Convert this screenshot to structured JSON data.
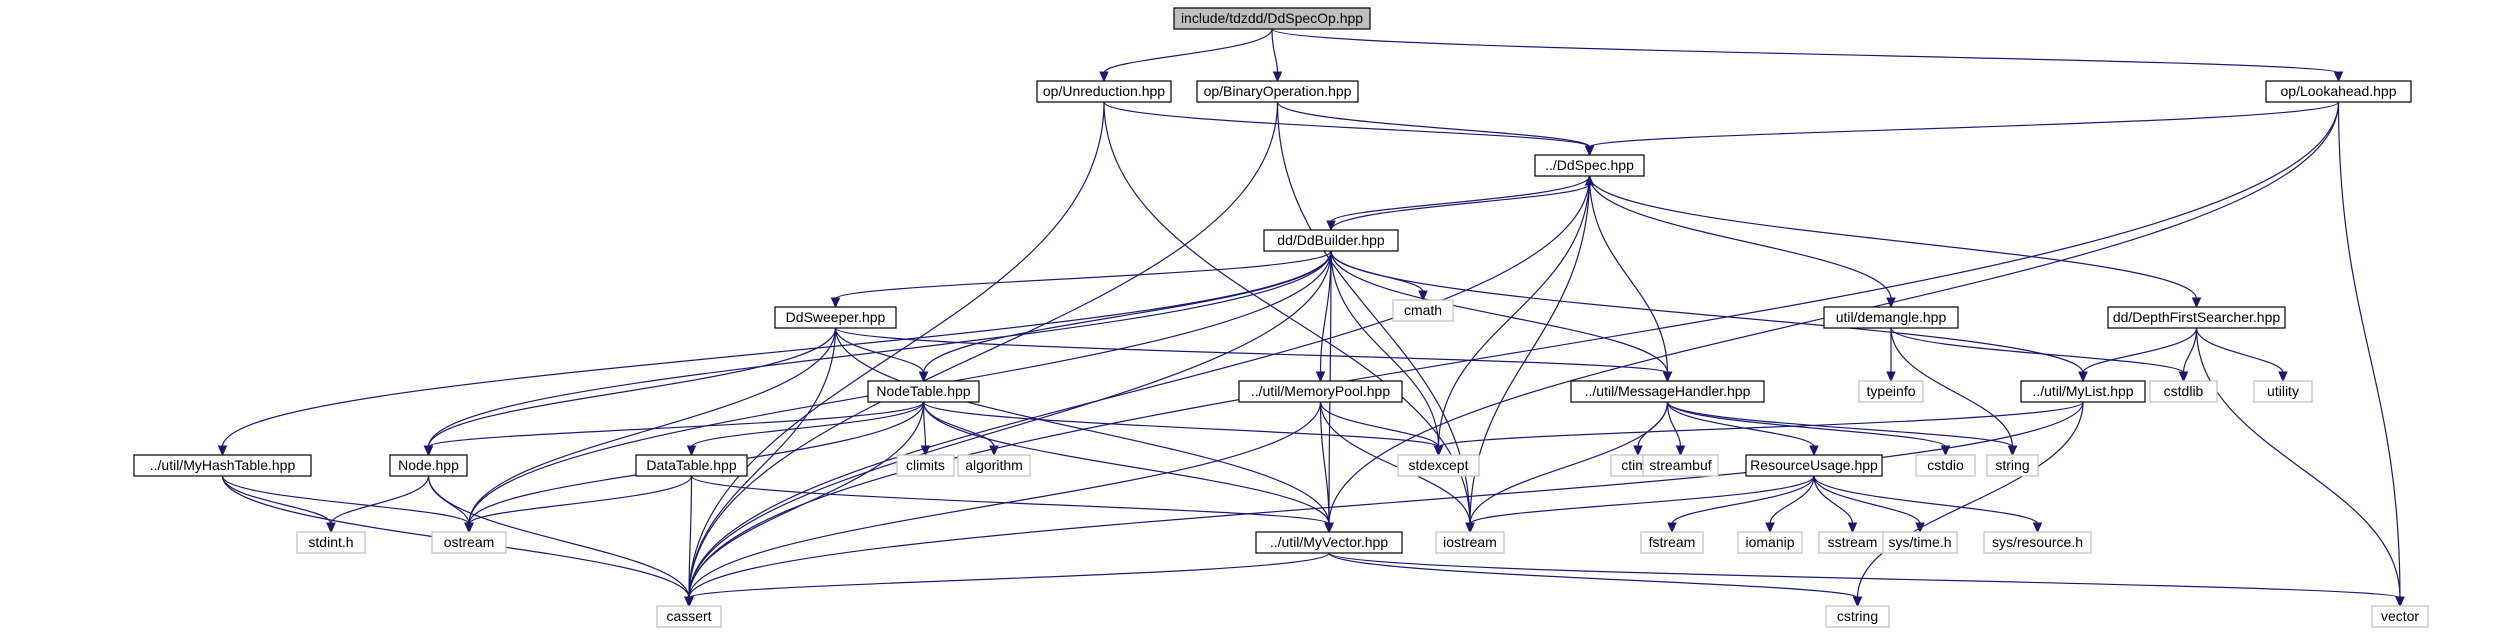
{
  "graph": {
    "nodes": [
      {
        "id": "root",
        "label": "include/tdzdd/DdSpecOp.hpp",
        "kind": "root"
      },
      {
        "id": "unred",
        "label": "op/Unreduction.hpp",
        "kind": "file"
      },
      {
        "id": "binop",
        "label": "op/BinaryOperation.hpp",
        "kind": "file"
      },
      {
        "id": "look",
        "label": "op/Lookahead.hpp",
        "kind": "file"
      },
      {
        "id": "ddspec",
        "label": "../DdSpec.hpp",
        "kind": "file"
      },
      {
        "id": "ddbuilder",
        "label": "dd/DdBuilder.hpp",
        "kind": "file"
      },
      {
        "id": "cmath",
        "label": "cmath",
        "kind": "external"
      },
      {
        "id": "demangle",
        "label": "util/demangle.hpp",
        "kind": "file"
      },
      {
        "id": "dfs",
        "label": "dd/DepthFirstSearcher.hpp",
        "kind": "file"
      },
      {
        "id": "sweeper",
        "label": "DdSweeper.hpp",
        "kind": "file"
      },
      {
        "id": "nodetable",
        "label": "NodeTable.hpp",
        "kind": "file"
      },
      {
        "id": "mempool",
        "label": "../util/MemoryPool.hpp",
        "kind": "file"
      },
      {
        "id": "msghandler",
        "label": "../util/MessageHandler.hpp",
        "kind": "file"
      },
      {
        "id": "typeinfo",
        "label": "typeinfo",
        "kind": "external"
      },
      {
        "id": "mylist",
        "label": "../util/MyList.hpp",
        "kind": "file"
      },
      {
        "id": "cstdlib",
        "label": "cstdlib",
        "kind": "external"
      },
      {
        "id": "utility",
        "label": "utility",
        "kind": "external"
      },
      {
        "id": "climits",
        "label": "climits",
        "kind": "external"
      },
      {
        "id": "algorithm",
        "label": "algorithm",
        "kind": "external"
      },
      {
        "id": "myhash",
        "label": "../util/MyHashTable.hpp",
        "kind": "file"
      },
      {
        "id": "nodehpp",
        "label": "Node.hpp",
        "kind": "file"
      },
      {
        "id": "datatable",
        "label": "DataTable.hpp",
        "kind": "file"
      },
      {
        "id": "stdexcept",
        "label": "stdexcept",
        "kind": "external"
      },
      {
        "id": "ctime",
        "label": "ctime",
        "kind": "external"
      },
      {
        "id": "streambuf",
        "label": "streambuf",
        "kind": "external"
      },
      {
        "id": "resusage",
        "label": "ResourceUsage.hpp",
        "kind": "file"
      },
      {
        "id": "cstdio",
        "label": "cstdio",
        "kind": "external"
      },
      {
        "id": "string",
        "label": "string",
        "kind": "external"
      },
      {
        "id": "stdinth",
        "label": "stdint.h",
        "kind": "external"
      },
      {
        "id": "ostream",
        "label": "ostream",
        "kind": "external"
      },
      {
        "id": "myvector",
        "label": "../util/MyVector.hpp",
        "kind": "file"
      },
      {
        "id": "iostream",
        "label": "iostream",
        "kind": "external"
      },
      {
        "id": "fstream",
        "label": "fstream",
        "kind": "external"
      },
      {
        "id": "iomanip",
        "label": "iomanip",
        "kind": "external"
      },
      {
        "id": "sstream",
        "label": "sstream",
        "kind": "external"
      },
      {
        "id": "systime",
        "label": "sys/time.h",
        "kind": "external"
      },
      {
        "id": "sysres",
        "label": "sys/resource.h",
        "kind": "external"
      },
      {
        "id": "cassert",
        "label": "cassert",
        "kind": "external"
      },
      {
        "id": "cstring",
        "label": "cstring",
        "kind": "external"
      },
      {
        "id": "vector",
        "label": "vector",
        "kind": "external"
      }
    ],
    "edges": [
      [
        "root",
        "unred"
      ],
      [
        "root",
        "binop"
      ],
      [
        "root",
        "look"
      ],
      [
        "unred",
        "ddspec"
      ],
      [
        "unred",
        "cassert"
      ],
      [
        "unred",
        "iostream"
      ],
      [
        "binop",
        "ddspec"
      ],
      [
        "binop",
        "cassert"
      ],
      [
        "binop",
        "iostream"
      ],
      [
        "look",
        "ddspec"
      ],
      [
        "look",
        "cassert"
      ],
      [
        "look",
        "myvector"
      ],
      [
        "look",
        "vector"
      ],
      [
        "ddspec",
        "ddbuilder"
      ],
      [
        "ddspec",
        "cassert"
      ],
      [
        "ddspec",
        "stdexcept"
      ],
      [
        "ddspec",
        "demangle"
      ],
      [
        "ddspec",
        "dfs"
      ],
      [
        "ddspec",
        "msghandler"
      ],
      [
        "ddspec",
        "iostream"
      ],
      [
        "ddbuilder",
        "ddspec"
      ],
      [
        "ddbuilder",
        "cmath"
      ],
      [
        "ddbuilder",
        "sweeper"
      ],
      [
        "ddbuilder",
        "nodetable"
      ],
      [
        "ddbuilder",
        "mempool"
      ],
      [
        "ddbuilder",
        "msghandler"
      ],
      [
        "ddbuilder",
        "mylist"
      ],
      [
        "ddbuilder",
        "myhash"
      ],
      [
        "ddbuilder",
        "nodehpp"
      ],
      [
        "ddbuilder",
        "stdexcept"
      ],
      [
        "ddbuilder",
        "cassert"
      ],
      [
        "ddbuilder",
        "ostream"
      ],
      [
        "ddbuilder",
        "myvector"
      ],
      [
        "demangle",
        "typeinfo"
      ],
      [
        "demangle",
        "cstdlib"
      ],
      [
        "demangle",
        "string"
      ],
      [
        "dfs",
        "mylist"
      ],
      [
        "dfs",
        "cstdlib"
      ],
      [
        "dfs",
        "utility"
      ],
      [
        "dfs",
        "vector"
      ],
      [
        "sweeper",
        "nodetable"
      ],
      [
        "sweeper",
        "msghandler"
      ],
      [
        "sweeper",
        "nodehpp"
      ],
      [
        "sweeper",
        "ostream"
      ],
      [
        "sweeper",
        "cassert"
      ],
      [
        "sweeper",
        "myvector"
      ],
      [
        "nodetable",
        "climits"
      ],
      [
        "nodetable",
        "algorithm"
      ],
      [
        "nodetable",
        "nodehpp"
      ],
      [
        "nodetable",
        "datatable"
      ],
      [
        "nodetable",
        "stdexcept"
      ],
      [
        "nodetable",
        "ostream"
      ],
      [
        "nodetable",
        "cassert"
      ],
      [
        "nodetable",
        "myvector"
      ],
      [
        "mempool",
        "myvector"
      ],
      [
        "mempool",
        "stdexcept"
      ],
      [
        "mempool",
        "iostream"
      ],
      [
        "mempool",
        "cassert"
      ],
      [
        "msghandler",
        "ctime"
      ],
      [
        "msghandler",
        "streambuf"
      ],
      [
        "msghandler",
        "resusage"
      ],
      [
        "msghandler",
        "cstdio"
      ],
      [
        "msghandler",
        "string"
      ],
      [
        "msghandler",
        "iostream"
      ],
      [
        "mylist",
        "stdexcept"
      ],
      [
        "mylist",
        "cassert"
      ],
      [
        "mylist",
        "cstring"
      ],
      [
        "myhash",
        "stdinth"
      ],
      [
        "myhash",
        "ostream"
      ],
      [
        "myhash",
        "cassert"
      ],
      [
        "nodehpp",
        "stdinth"
      ],
      [
        "nodehpp",
        "ostream"
      ],
      [
        "nodehpp",
        "cassert"
      ],
      [
        "datatable",
        "myvector"
      ],
      [
        "datatable",
        "ostream"
      ],
      [
        "datatable",
        "cassert"
      ],
      [
        "resusage",
        "fstream"
      ],
      [
        "resusage",
        "iomanip"
      ],
      [
        "resusage",
        "sstream"
      ],
      [
        "resusage",
        "systime"
      ],
      [
        "resusage",
        "sysres"
      ],
      [
        "resusage",
        "iostream"
      ],
      [
        "myvector",
        "cassert"
      ],
      [
        "myvector",
        "cstring"
      ],
      [
        "myvector",
        "vector"
      ]
    ]
  }
}
